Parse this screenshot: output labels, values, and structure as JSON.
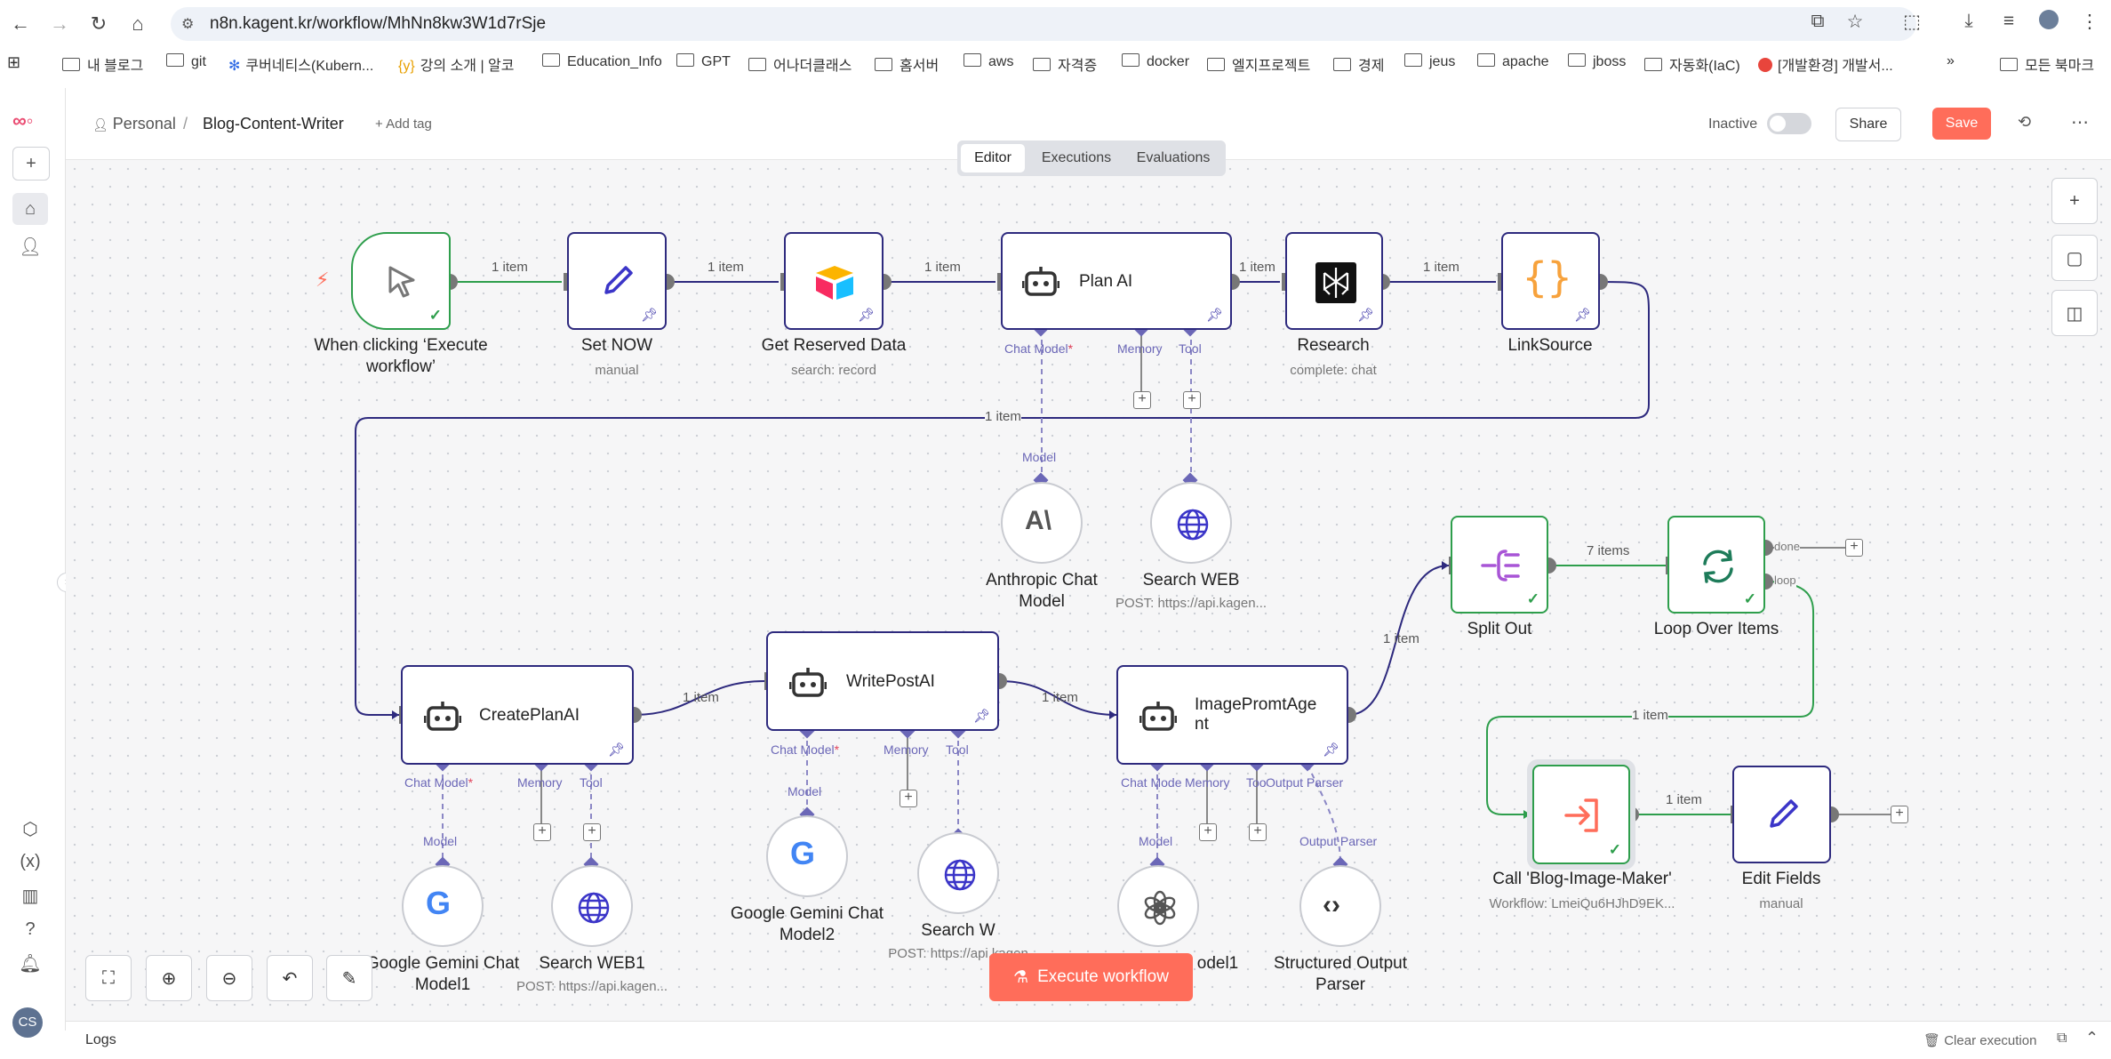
{
  "browser": {
    "url": "n8n.kagent.kr/workflow/MhNn8kw3W1d7rSje",
    "bookmarks": [
      "내 블로그",
      "git",
      "쿠버네티스(Kubern...",
      "강의 소개 | 알코",
      "Education_Info",
      "GPT",
      "어나더클래스",
      "홈서버",
      "aws",
      "자격증",
      "docker",
      "엘지프로젝트",
      "경제",
      "jeus",
      "apache",
      "jboss",
      "자동화(IaC)",
      "[개발환경] 개발서...",
      "모든 북마크"
    ]
  },
  "header": {
    "personal": "Personal",
    "separator": "/",
    "workflow_name": "Blog-Content-Writer",
    "add_tag": "+ Add tag",
    "status_label": "Inactive",
    "share": "Share",
    "save": "Save"
  },
  "tabs": {
    "editor": "Editor",
    "executions": "Executions",
    "evaluations": "Evaluations"
  },
  "nodes": {
    "trigger": {
      "title": "When clicking ‘Execute workflow’",
      "title1": "When clicking ‘Execute",
      "title2": "workflow’"
    },
    "set_now": {
      "title": "Set NOW",
      "sub": "manual"
    },
    "get_reserved": {
      "title": "Get Reserved Data",
      "sub": "search: record"
    },
    "plan_ai": {
      "title": "Plan AI",
      "p1": "Chat Model",
      "p2": "Memory",
      "p3": "Tool"
    },
    "research": {
      "title": "Research",
      "sub": "complete: chat"
    },
    "linksource": {
      "title": "LinkSource"
    },
    "anthropic": {
      "title1": "Anthropic Chat",
      "title2": "Model",
      "port": "Model"
    },
    "search_web": {
      "title": "Search WEB",
      "sub": "POST: https://api.kagen..."
    },
    "createplan": {
      "title": "CreatePlanAI",
      "p1": "Chat Model",
      "p2": "Memory",
      "p3": "Tool"
    },
    "gemini1": {
      "title1": "Google Gemini Chat",
      "title2": "Model1",
      "port": "Model"
    },
    "search_web1": {
      "title": "Search WEB1",
      "sub": "POST: https://api.kagen..."
    },
    "writepost": {
      "title": "WritePostAI",
      "p1": "Chat Model",
      "p2": "Memory",
      "p3": "Tool"
    },
    "gemini2": {
      "title1": "Google Gemini Chat",
      "title2": "Model2",
      "port": "Model"
    },
    "search_w": {
      "title": "Search W",
      "sub": "POST: https://api.kagen"
    },
    "imageprompt": {
      "title1": "ImagePromtAge",
      "title2": "nt",
      "p1": "Chat Mode",
      "p2": "Memory",
      "p3": "Too",
      "p4": "Output Parser"
    },
    "openai": {
      "title": "odel1",
      "port": "Model"
    },
    "structured": {
      "title1": "Structured Output",
      "title2": "Parser",
      "port": "Output Parser"
    },
    "splitout": {
      "title": "Split Out"
    },
    "loop": {
      "title": "Loop Over Items",
      "done": "done",
      "loop": "loop"
    },
    "callblog": {
      "title": "Call 'Blog-Image-Maker'",
      "sub": "Workflow: LmeiQu6HJhD9EK..."
    },
    "editfields": {
      "title": "Edit Fields",
      "sub": "manual"
    }
  },
  "edge_labels": {
    "e1": "1 item",
    "e2": "1 item",
    "e3": "1 item",
    "e4": "1 item",
    "e5": "1 item",
    "e6": "1 item",
    "e7": "1 item",
    "e8": "1 item",
    "e9": "1 item",
    "e10": "7 items",
    "e11": "1 item",
    "e12": "1 item"
  },
  "execute_button": "Execute workflow",
  "logs": {
    "label": "Logs",
    "clear": "Clear execution"
  },
  "user_initials": "CS",
  "colors": {
    "brand": "#ff6d5a",
    "node_border": "#2e2a7e",
    "success": "#2e9e4c",
    "ai_port": "#6b67b7"
  }
}
